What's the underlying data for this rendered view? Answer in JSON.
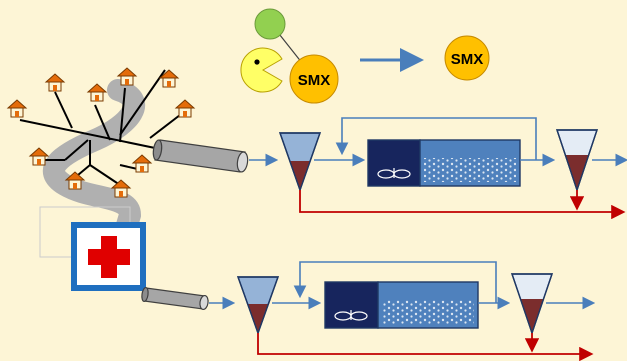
{
  "colors": {
    "background": "#fdf5d6",
    "flow_blue": "#4a7ebb",
    "sludge_red": "#c00000",
    "tank_fill": "#4f81bd",
    "tank_dark": "#17255d",
    "clarifier_top": "#95b3d7",
    "clarifier_bottom": "#7b2d2d",
    "smx_orange": "#ffc000",
    "molecule_green": "#92d050",
    "bacterium_yellow": "#ffff66",
    "hospital_red": "#e00000",
    "hospital_frame": "#1f6fbf",
    "house_orange": "#e46c0a",
    "branch_gray": "#b0b0b0"
  },
  "legend": {
    "smx_label_bound": "SMX",
    "smx_label_free": "SMX",
    "arrow": "transformation-arrow"
  },
  "icons": {
    "bacterium": "pacman-bacterium-icon",
    "molecule": "green-molecule-icon",
    "hospital": "hospital-cross-icon",
    "house": "house-icon",
    "pipe": "sewer-pipe-icon",
    "aerator": "mixer-propeller-icon"
  },
  "trains": [
    {
      "name": "municipal-treatment-train",
      "source": "city-sewer-network"
    },
    {
      "name": "hospital-treatment-train",
      "source": "hospital"
    }
  ]
}
